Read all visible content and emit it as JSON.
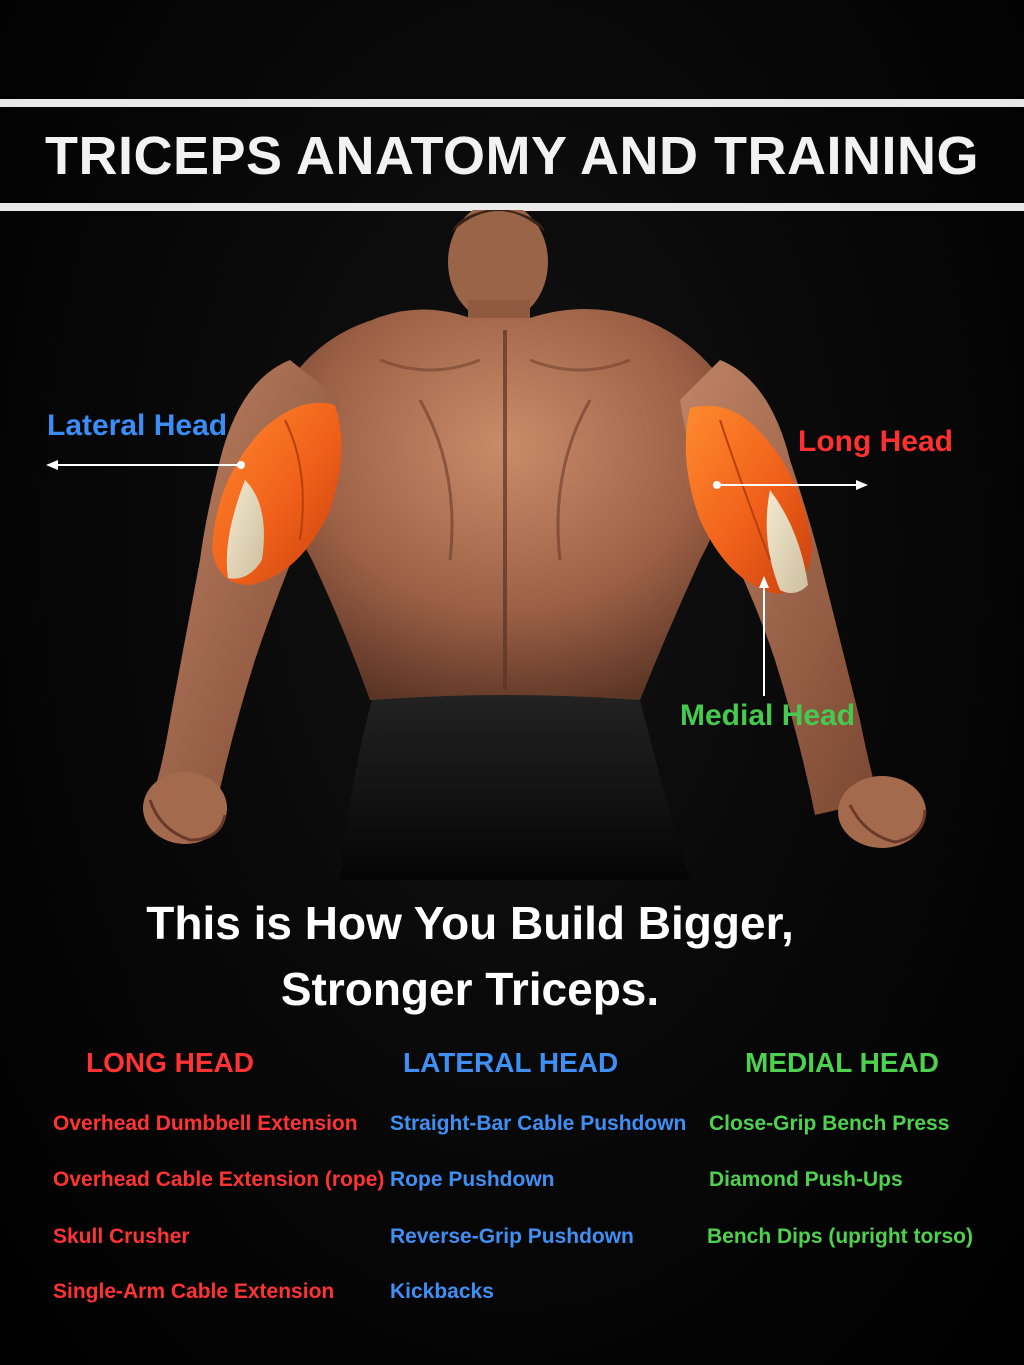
{
  "title": "TRICEPS ANATOMY AND TRAINING",
  "labels": {
    "lateral_head": "Lateral Head",
    "long_head": "Long Head",
    "medial_head": "Medial Head"
  },
  "headline": {
    "line1": "This is How You Build Bigger,",
    "line2": "Stronger Triceps."
  },
  "columns": {
    "long": {
      "heading": "LONG HEAD",
      "items": [
        "Overhead Dumbbell Extension",
        "Overhead Cable Extension (rope)",
        "Skull Crusher",
        "Single-Arm Cable Extension"
      ]
    },
    "lateral": {
      "heading": "LATERAL HEAD",
      "items": [
        "Straight-Bar Cable Pushdown",
        "Rope Pushdown",
        "Reverse-Grip Pushdown",
        "Kickbacks"
      ]
    },
    "medial": {
      "heading": "MEDIAL HEAD",
      "items": [
        "Close-Grip Bench Press",
        "Diamond Push-Ups",
        "Bench Dips (upright torso)"
      ]
    }
  },
  "colors": {
    "long": "#ff3333",
    "lateral": "#3f8ff5",
    "medial": "#4ed14e",
    "muscle": "#f26a1b",
    "skin": "#b5785a"
  }
}
